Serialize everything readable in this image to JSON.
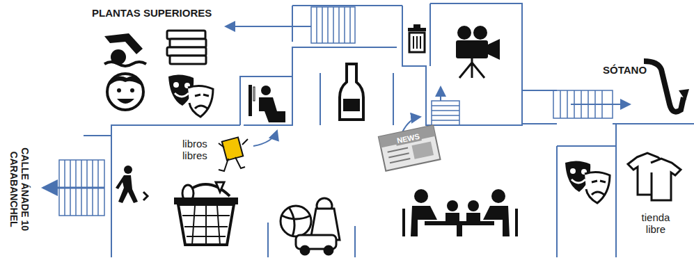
{
  "diagram": {
    "labels": [
      "PLANTAS SUPERIORES",
      "SÓTANO",
      "CALLE ÁNADE 10 CARABANCHEL",
      "libros libres",
      "NEWS",
      "tienda libre"
    ]
  }
}
